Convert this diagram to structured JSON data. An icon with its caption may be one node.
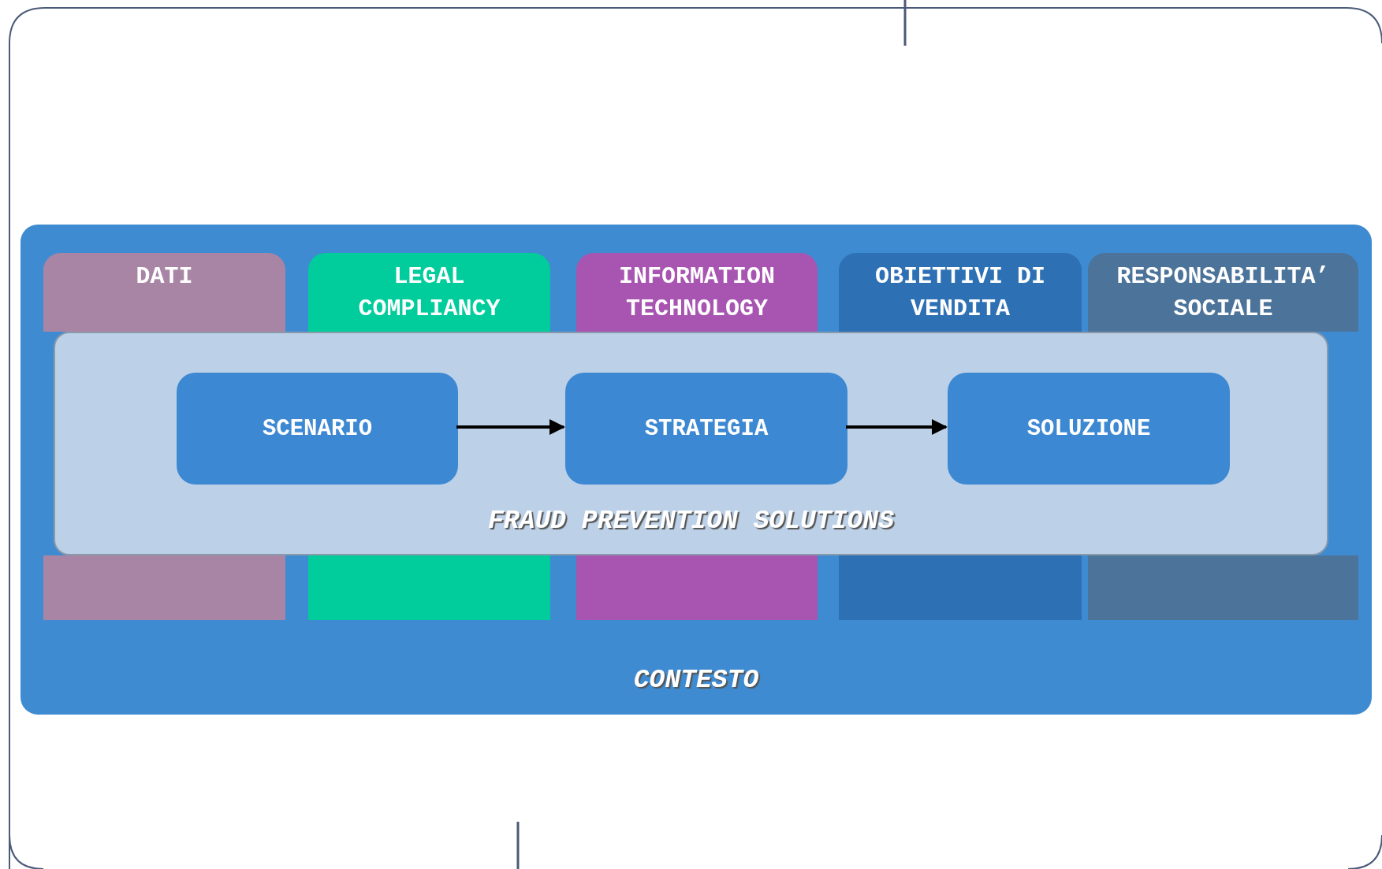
{
  "diagram": {
    "nodes": [
      {
        "text": [
          "CONTESTO"
        ]
      },
      {
        "text": [
          "DATI"
        ],
        "in": 0
      },
      {
        "text": [
          "LEGAL COMPLIANCY"
        ],
        "in": 0
      },
      {
        "text": [
          "INFORMATION TECHNOLOGY"
        ],
        "in": 0
      },
      {
        "text": [
          "OBIETTIVI DI VENDITA"
        ],
        "in": 0
      },
      {
        "text": [
          "RESPONSABILITA’ SOCIALE"
        ],
        "in": 0
      },
      {
        "text": [
          "FRAUD PREVENTION SOLUTIONS"
        ],
        "in": 0
      },
      {
        "text": [
          "SCENARIO"
        ],
        "in": 6
      },
      {
        "text": [
          "STRATEGIA"
        ],
        "in": 6
      },
      {
        "text": [
          "SOLUZIONE"
        ],
        "in": 6
      }
    ],
    "edges": [
      {
        "from": 7,
        "to": 8,
        "arrow": "to"
      },
      {
        "from": 8,
        "to": 9,
        "arrow": "to"
      }
    ]
  }
}
